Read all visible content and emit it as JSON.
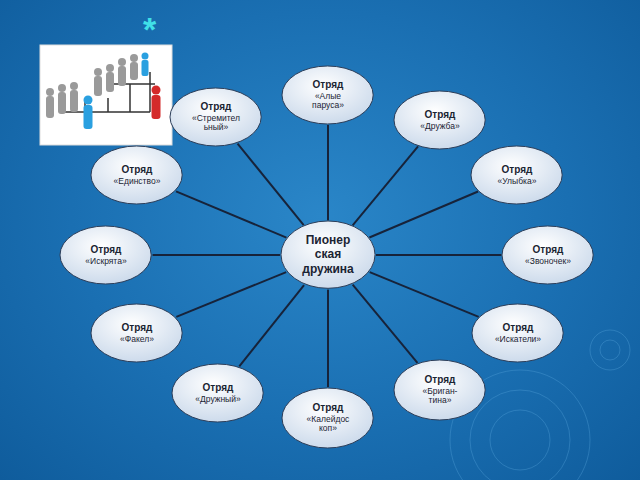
{
  "diagram": {
    "nodes": [
      {
        "text": [
          "Пионер ская дружина"
        ]
      },
      {
        "text": [
          "Отряд",
          "«Алые паруса»"
        ]
      },
      {
        "text": [
          "Отряд",
          "«Дружба»"
        ]
      },
      {
        "text": [
          "Отряд",
          "«Улыбка»"
        ]
      },
      {
        "text": [
          "Отряд",
          "«Звоночек»"
        ]
      },
      {
        "text": [
          "Отряд",
          "«Искатели»"
        ]
      },
      {
        "text": [
          "Отряд",
          "«Бриган- тина»"
        ]
      },
      {
        "text": [
          "Отряд",
          "«Калейдос коп»"
        ]
      },
      {
        "text": [
          "Отряд",
          "«Дружный»"
        ]
      },
      {
        "text": [
          "Отряд",
          "«Факел»"
        ]
      },
      {
        "text": [
          "Отряд",
          "«Искрята»"
        ]
      },
      {
        "text": [
          "Отряд",
          "«Единство»"
        ]
      },
      {
        "text": [
          "Отряд",
          "«Стремител ьный»"
        ]
      }
    ],
    "edges": [
      {
        "from": 0,
        "to": 1,
        "arrow": "none"
      },
      {
        "from": 0,
        "to": 2,
        "arrow": "none"
      },
      {
        "from": 0,
        "to": 3,
        "arrow": "none"
      },
      {
        "from": 0,
        "to": 4,
        "arrow": "none"
      },
      {
        "from": 0,
        "to": 5,
        "arrow": "none"
      },
      {
        "from": 0,
        "to": 6,
        "arrow": "none"
      },
      {
        "from": 0,
        "to": 7,
        "arrow": "none"
      },
      {
        "from": 0,
        "to": 8,
        "arrow": "none"
      },
      {
        "from": 0,
        "to": 9,
        "arrow": "none"
      },
      {
        "from": 0,
        "to": 10,
        "arrow": "none"
      },
      {
        "from": 0,
        "to": 11,
        "arrow": "none"
      },
      {
        "from": 0,
        "to": 12,
        "arrow": "none"
      }
    ],
    "labels": [
      "*"
    ]
  }
}
